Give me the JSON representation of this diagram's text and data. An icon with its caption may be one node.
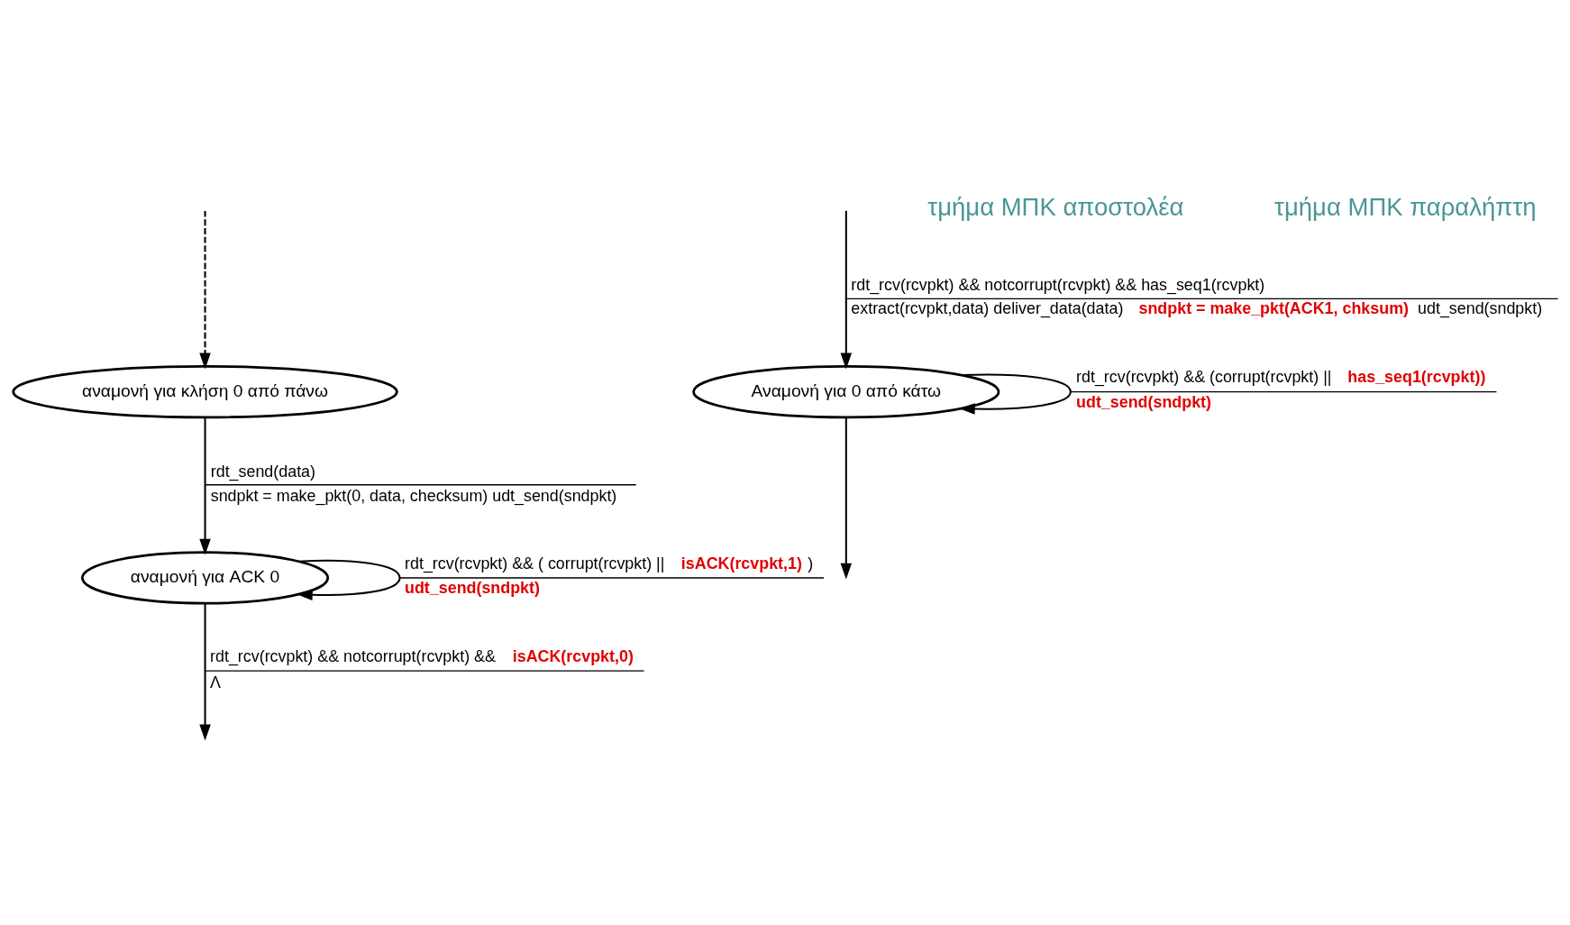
{
  "diagram": {
    "nodes": [
      {
        "text": [
          "αναμονή για κλήση 0 από πάνω"
        ]
      },
      {
        "text": [
          "αναμονή για ACK 0"
        ]
      },
      {
        "text": [
          "Αναμονή για 0 από κάτω"
        ]
      }
    ],
    "edges": [
      {
        "from": null,
        "to": 0,
        "arrow": "to",
        "style": "dashed"
      },
      {
        "from": 0,
        "to": 1,
        "arrow": "to",
        "label": [
          "rdt_send(data)",
          "sndpkt = make_pkt(0, data, checksum) udt_send(sndpkt)"
        ]
      },
      {
        "from": 1,
        "to": 1,
        "arrow": "to",
        "label": [
          "rdt_rcv(rcvpkt) && ( corrupt(rcvpkt) || **isACK(rcvpkt,1)** )",
          "**udt_send(sndpkt)**"
        ]
      },
      {
        "from": 1,
        "to": null,
        "arrow": "to",
        "label": [
          "rdt_rcv(rcvpkt) && notcorrupt(rcvpkt) && **isACK(rcvpkt,0)**",
          "Λ"
        ]
      },
      {
        "from": 2,
        "to": 2,
        "arrow": "to",
        "label": [
          "rdt_rcv(rcvpkt) && (corrupt(rcvpkt) || **has_seq1(rcvpkt))**",
          "**udt_send(sndpkt)**"
        ]
      },
      {
        "from": 2,
        "to": null,
        "arrow": "to"
      },
      {
        "from": null,
        "to": 2,
        "arrow": "to",
        "label": [
          "rdt_rcv(rcvpkt) && notcorrupt(rcvpkt) && has_seq1(rcvpkt)",
          "extract(rcvpkt,data) deliver_data(data) **sndpkt = make_pkt(ACK1, chksum)** udt_send(sndpkt)"
        ]
      }
    ],
    "labels": [
      "τμήμα ΜΠΚ αποστολέα",
      "τμήμα ΜΠΚ παραλήπτη"
    ]
  }
}
